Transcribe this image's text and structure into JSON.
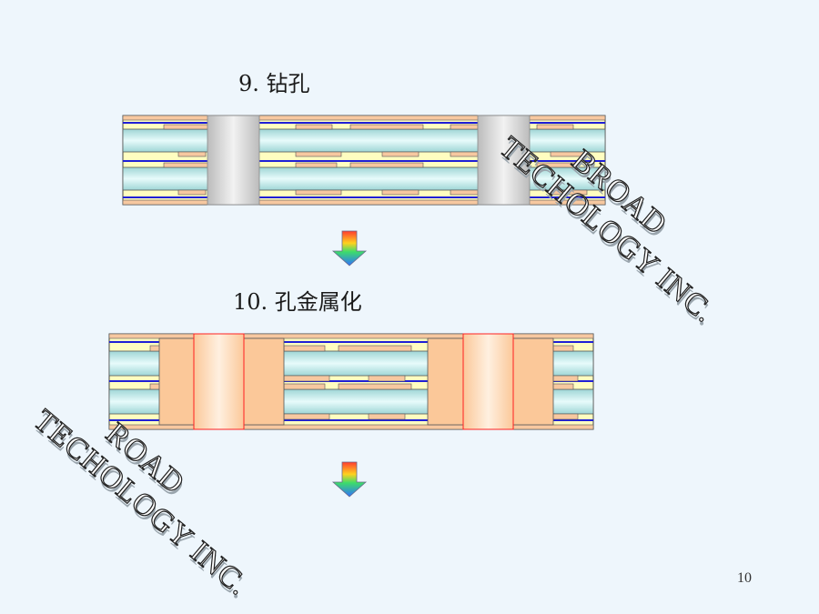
{
  "steps": [
    {
      "title": "9. 钻孔"
    },
    {
      "title": "10. 孔金属化"
    }
  ],
  "watermark": {
    "line1": "BROAD",
    "line2": "TECHOLOGY INC.",
    "line1_overlapped": "ROAD"
  },
  "page_number": "10",
  "colors": {
    "background": "#eef6fc",
    "core": "#bfe6e6",
    "prepreg": "#fffdc0",
    "copper_pad": "#f7c8a0",
    "inner_trace": "#1f1fd6",
    "drill_hole": "#d6d6d6",
    "plating": "#fbc899",
    "plating_edge": "#ff2020",
    "arrow_top": "#ff3b2f",
    "arrow_bottom": "#3070ff"
  },
  "icons": [
    "down-arrow-icon",
    "down-arrow-icon"
  ]
}
